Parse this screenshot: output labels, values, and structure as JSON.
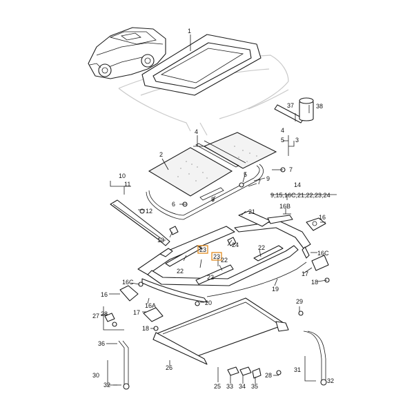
{
  "colors": {
    "line": "#1a1a1a",
    "body_outline": "#c9c9c9",
    "highlight": "#e08a1e"
  },
  "callouts": {
    "n1": "1",
    "n2": "2",
    "n3": "3",
    "n4a": "4",
    "n4b": "4",
    "n5a": "5",
    "n5b": "5",
    "n6": "6",
    "n7a": "7",
    "n7b": "7",
    "n8": "8",
    "n9": "9",
    "n10": "10",
    "n11": "11",
    "n12": "12",
    "n13": "13",
    "n14": "14",
    "n14list": "9,15,16C,21,22,23,24",
    "n16a": "16",
    "n16b": "16",
    "n16A": "16A",
    "n16B": "16B",
    "n16Ca": "16C",
    "n16Cb": "16C",
    "n17a": "17",
    "n17b": "17",
    "n18a": "18",
    "n18b": "18",
    "n19": "19",
    "n20": "20",
    "n21": "21",
    "n22a": "22",
    "n22b": "22",
    "n23a": "23",
    "n23b": "23",
    "n24": "24",
    "n25": "25",
    "n26": "26",
    "n27": "27",
    "n28": "28",
    "n29": "29",
    "n30": "30",
    "n31": "31",
    "n32a": "32",
    "n32b": "32",
    "n33": "33",
    "n34": "34",
    "n35": "35",
    "n36": "36",
    "n37": "37",
    "n38": "38"
  }
}
